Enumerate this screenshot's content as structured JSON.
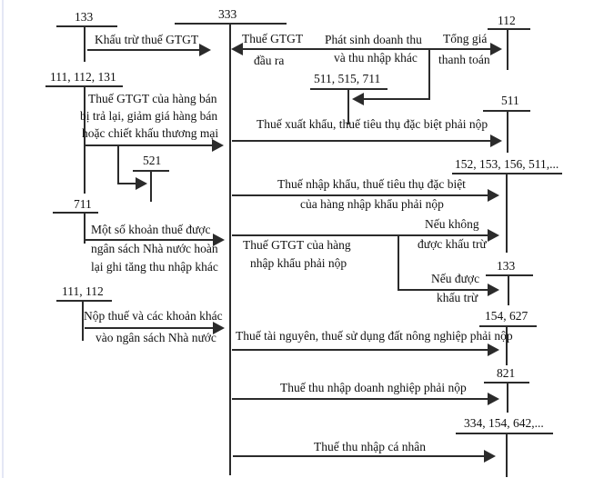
{
  "colors": {
    "line": "#2b2b2b",
    "text": "#111111",
    "page_edge": "#e4e7f5",
    "background": "#ffffff"
  },
  "accounts": {
    "a333": "333",
    "a133_top_left": "133",
    "a111_112_131": "111, 112, 131",
    "a521": "521",
    "a711": "711",
    "a111_112": "111, 112",
    "a112": "112",
    "a511_515_711": "511, 515, 711",
    "a511": "511",
    "a152_153_156_511": "152, 153, 156, 511,...",
    "a133_right": "133",
    "a154_627": "154, 627",
    "a821": "821",
    "a334_154_642": "334, 154, 642,..."
  },
  "flows": {
    "khau_tru": "Khấu trừ thuế GTGT",
    "gtgt_hang_ban_1": "Thuế GTGT của hàng bán",
    "gtgt_hang_ban_2": "bị trả lại, giảm giá hàng bán",
    "gtgt_hang_ban_3": "hoặc chiết khấu thương mại",
    "hoan_thue_1": "Một số khoản thuế được",
    "hoan_thue_2": "ngân sách Nhà nước hoàn",
    "hoan_thue_3": "lại ghi tăng thu nhập khác",
    "nop_thue_1": "Nộp thuế và các khoản khác",
    "nop_thue_2": "vào ngân sách Nhà nước",
    "gtgt_dau_ra_1": "Thuế GTGT",
    "gtgt_dau_ra_2": "đầu ra",
    "phat_sinh_1": "Phát sinh doanh thu",
    "phat_sinh_2": "và thu nhập khác",
    "tong_gia_1": "Tổng giá",
    "tong_gia_2": "thanh toán",
    "xuat_khau": "Thuế xuất khẩu, thuế tiêu thụ đặc biệt phải nộp",
    "nhap_khau_1": "Thuế nhập khẩu, thuế tiêu thụ đặc biệt",
    "nhap_khau_2": "của hàng nhập khẩu phải nộp",
    "gtgt_nhap_khau_1": "Thuế GTGT của hàng",
    "gtgt_nhap_khau_2": "nhập khẩu phải nộp",
    "neu_khong_1": "Nếu không",
    "neu_khong_2": "được khấu trừ",
    "neu_duoc_1": "Nếu được",
    "neu_duoc_2": "khấu trừ",
    "tai_nguyen": "Thuế tài nguyên, thuế sử dụng đất nông nghiệp phải nộp",
    "tndn": "Thuế thu nhập doanh nghiệp phải nộp",
    "tncn": "Thuế thu nhập cá nhân"
  }
}
